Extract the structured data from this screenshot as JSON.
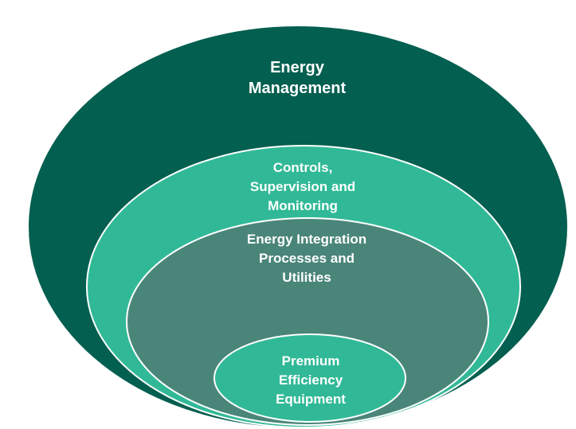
{
  "diagram": {
    "colors": {
      "outer": "#035F4F",
      "second": "#31B997",
      "third": "#4A8579",
      "inner": "#31B997",
      "stroke": "#ffffff",
      "text": "#ffffff"
    },
    "layers": [
      {
        "lines": [
          "Energy",
          "Management"
        ]
      },
      {
        "lines": [
          "Controls,",
          "Supervision and",
          "Monitoring"
        ]
      },
      {
        "lines": [
          "Energy Integration",
          "Processes and",
          "Utilities"
        ]
      },
      {
        "lines": [
          "Premium",
          "Efficiency",
          "Equipment"
        ]
      }
    ]
  }
}
